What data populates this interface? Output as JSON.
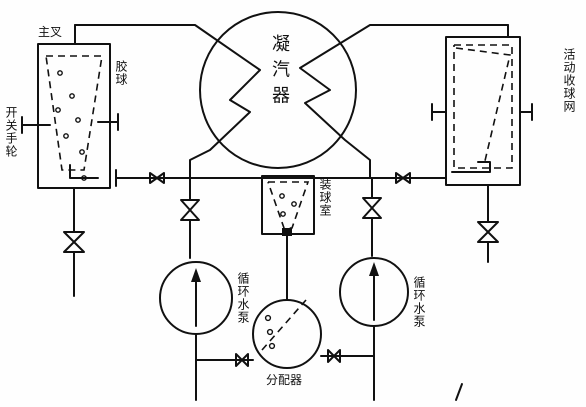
{
  "diagram": {
    "condenser_label": "凝 汽 器",
    "left_tank_top_label": "主叉",
    "left_tank_side_label": "胶球",
    "left_valve_label": "开关手轮",
    "right_tank_label": "活动收球网",
    "ball_chamber_label": "装球室",
    "pump_left_label": "循环水泵",
    "pump_right_label": "循环水泵",
    "bottom_vessel_label": "分配器"
  },
  "colors": {
    "ink": "#111111",
    "paper": "#fefefe"
  }
}
